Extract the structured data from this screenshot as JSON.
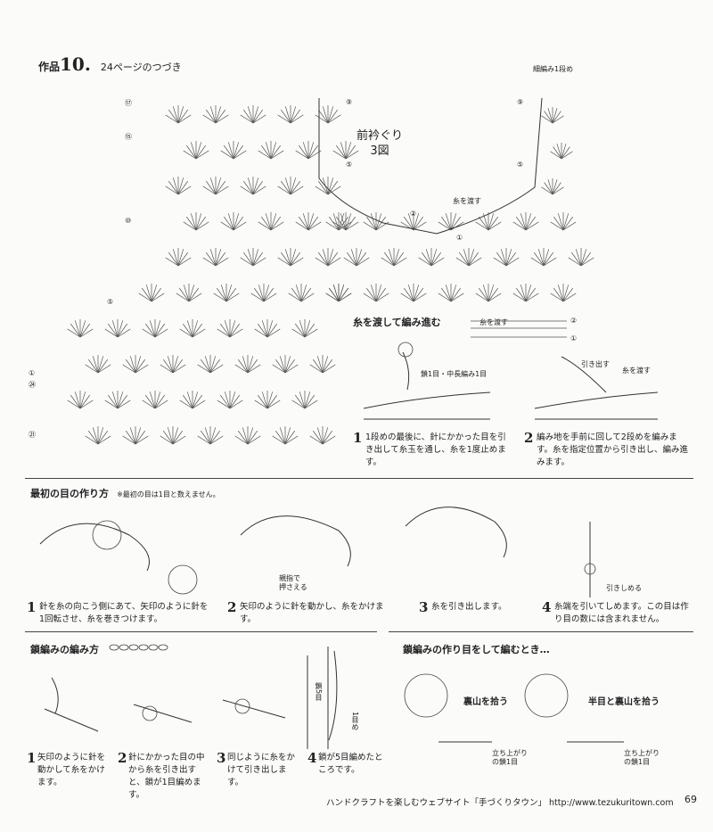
{
  "header": {
    "work_label": "作品",
    "work_number": "10.",
    "continuation": "24ページのつづき"
  },
  "chart": {
    "title_line1": "前衿ぐり",
    "title_line2": "3図",
    "left_rows": [
      "⑰",
      "⑮",
      "⑩",
      "⑤",
      "①",
      "㉔",
      "㉑"
    ],
    "mid_rows": [
      "⑨",
      "⑤",
      "②",
      "①"
    ],
    "right_rows": [
      "⑨",
      "⑤"
    ],
    "top_label": "細編み1段め",
    "yarn_label": "糸を渡す"
  },
  "ito_wo_watashite": {
    "title": "糸を渡して編み進む",
    "mini_label": "糸を渡す",
    "mini_rows": [
      "②",
      "①"
    ],
    "fig1_label": "鎖1目・中長編み1目",
    "fig2_label1": "引き出す",
    "fig2_label2": "糸を渡す",
    "step1_num": "1",
    "step1_text": "1段めの最後に、針にかかった目を引き出して糸玉を通し、糸を1度止めます。",
    "step2_num": "2",
    "step2_text": "編み地を手前に回して2段めを編みます。糸を指定位置から引き出し、編み進みます。"
  },
  "first_stitch": {
    "title": "最初の目の作り方",
    "note": "※最初の目は1目と数えません。",
    "thumb_label": "親指で\n押さえる",
    "pull_label": "引きしめる",
    "steps": [
      {
        "num": "1",
        "text": "針を糸の向こう側にあて、矢印のように針を1回転させ、糸を巻きつけます。"
      },
      {
        "num": "2",
        "text": "矢印のように針を動かし、糸をかけます。"
      },
      {
        "num": "3",
        "text": "糸を引き出します。"
      },
      {
        "num": "4",
        "text": "糸端を引いてしめます。この目は作り目の数には含まれません。"
      }
    ]
  },
  "chain": {
    "title": "鎖編みの編み方",
    "label_5": "鎖5目",
    "label_1": "1目め",
    "steps": [
      {
        "num": "1",
        "text": "矢印のように針を動かして糸をかけます。"
      },
      {
        "num": "2",
        "text": "針にかかった目の中から糸を引き出すと、鎖が1目編めます。"
      },
      {
        "num": "3",
        "text": "同じように糸をかけて引き出します。"
      },
      {
        "num": "4",
        "text": "鎖が5目編めたところです。"
      }
    ]
  },
  "chain_foundation": {
    "title": "鎖編みの作り目をして編むとき…",
    "option1": "裏山を拾う",
    "option2": "半目と裏山を拾う",
    "sub_label": "立ち上がりの鎖1目"
  },
  "footer": {
    "text": "ハンドクラフトを楽しむウェブサイト「手づくりタウン」 http://www.tezukuritown.com",
    "page": "69"
  }
}
